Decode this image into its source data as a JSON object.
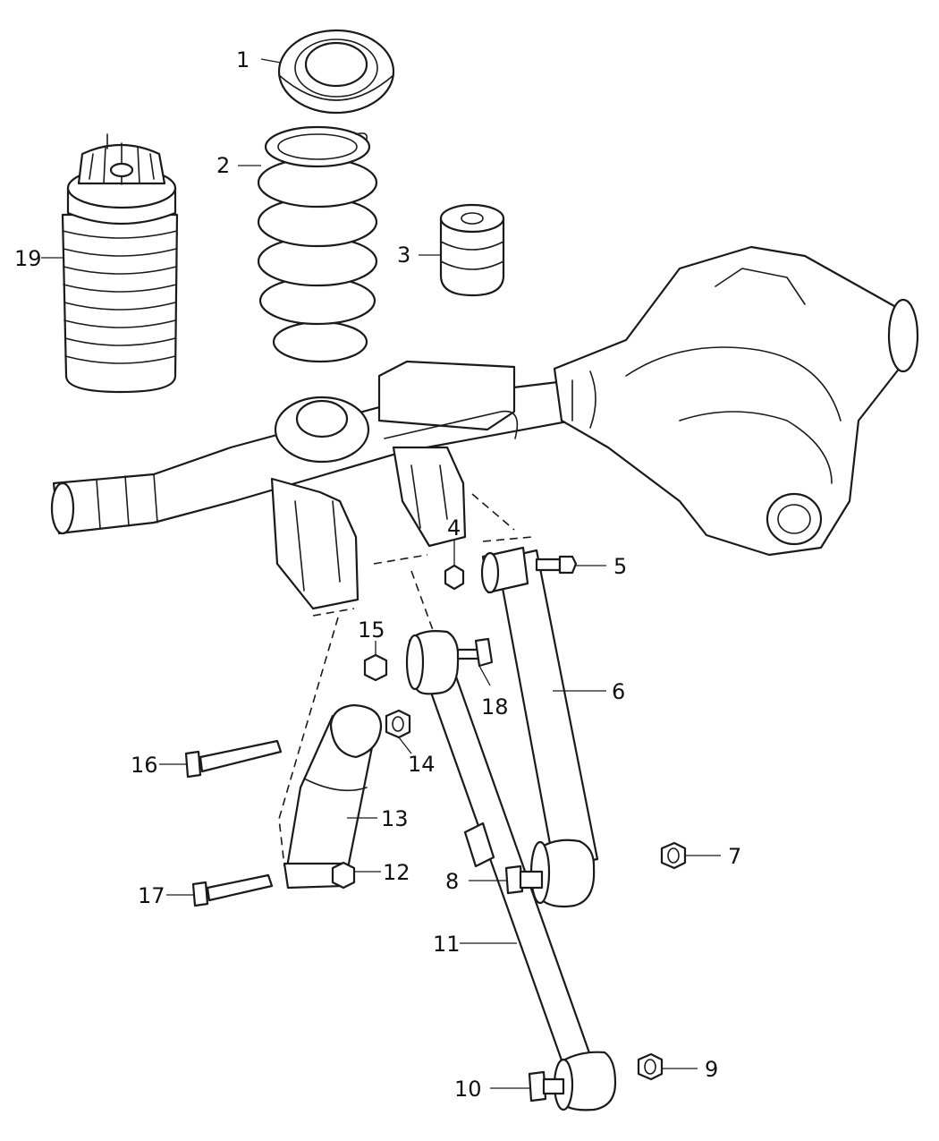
{
  "callouts": [
    {
      "id": "1",
      "text": "1",
      "part": "spring-isolator"
    },
    {
      "id": "2",
      "text": "2",
      "part": "coil-spring"
    },
    {
      "id": "3",
      "text": "3",
      "part": "jounce-bumper"
    },
    {
      "id": "4",
      "text": "4",
      "part": "nut"
    },
    {
      "id": "5",
      "text": "5",
      "part": "bolt"
    },
    {
      "id": "6",
      "text": "6",
      "part": "upper-control-arm"
    },
    {
      "id": "7",
      "text": "7",
      "part": "nut"
    },
    {
      "id": "8",
      "text": "8",
      "part": "bolt"
    },
    {
      "id": "9",
      "text": "9",
      "part": "nut"
    },
    {
      "id": "10",
      "text": "10",
      "part": "bolt"
    },
    {
      "id": "11",
      "text": "11",
      "part": "lower-control-arm"
    },
    {
      "id": "12",
      "text": "12",
      "part": "nut"
    },
    {
      "id": "13",
      "text": "13",
      "part": "shock-absorber"
    },
    {
      "id": "14",
      "text": "14",
      "part": "nut"
    },
    {
      "id": "15",
      "text": "15",
      "part": "nut"
    },
    {
      "id": "16",
      "text": "16",
      "part": "bolt"
    },
    {
      "id": "17",
      "text": "17",
      "part": "bolt"
    },
    {
      "id": "18",
      "text": "18",
      "part": "bolt"
    },
    {
      "id": "19",
      "text": "19",
      "part": "air-spring"
    }
  ]
}
